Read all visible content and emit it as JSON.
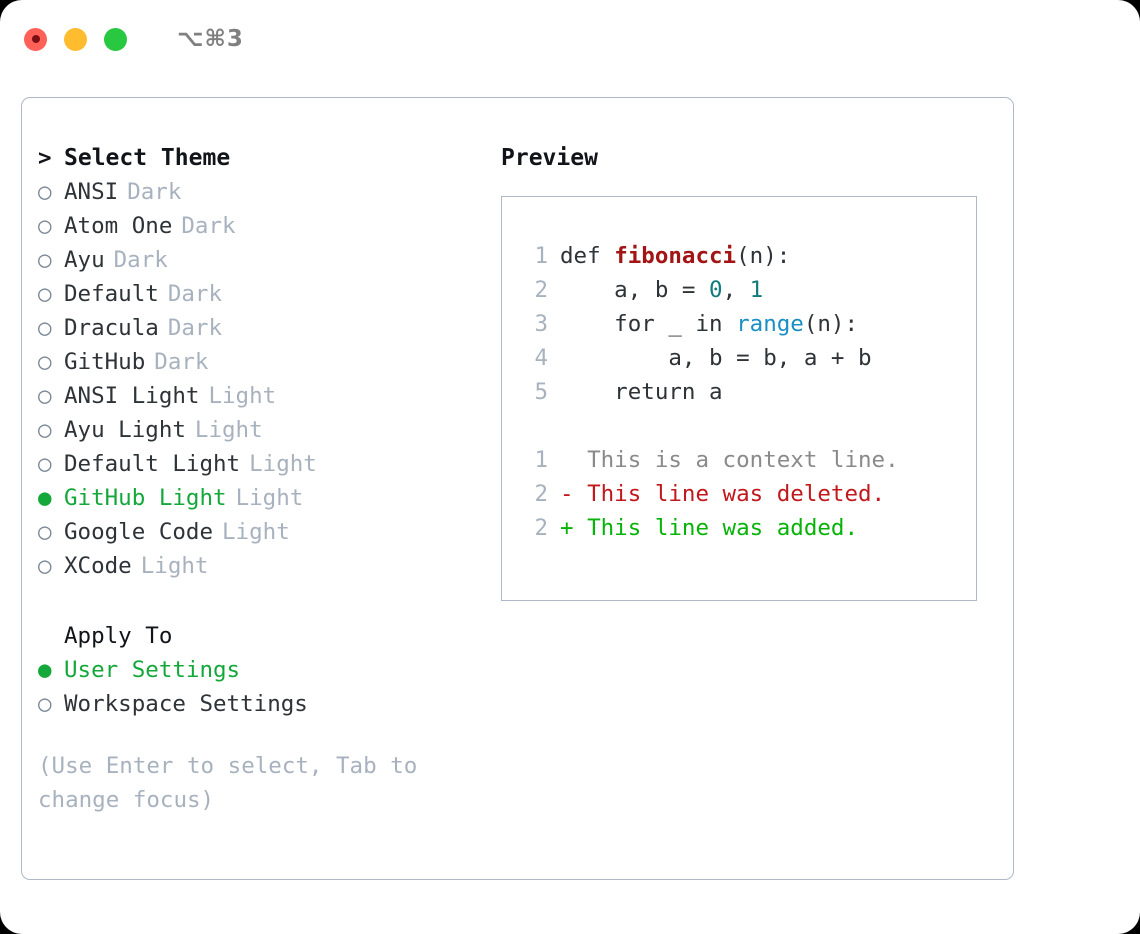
{
  "titlebar": {
    "shortcut": "⌥⌘3",
    "lights": [
      "close-red",
      "minimize-yellow",
      "maximize-green"
    ]
  },
  "theme_list": {
    "header_marker": ">",
    "header_label": "Select Theme",
    "unselected_marker": "○",
    "selected_marker": "●",
    "items": [
      {
        "marker": "○",
        "name": "ANSI",
        "suffix": "Dark",
        "selected": false
      },
      {
        "marker": "○",
        "name": "Atom One",
        "suffix": "Dark",
        "selected": false
      },
      {
        "marker": "○",
        "name": "Ayu",
        "suffix": "Dark",
        "selected": false
      },
      {
        "marker": "○",
        "name": "Default",
        "suffix": "Dark",
        "selected": false
      },
      {
        "marker": "○",
        "name": "Dracula",
        "suffix": "Dark",
        "selected": false
      },
      {
        "marker": "○",
        "name": "GitHub",
        "suffix": "Dark",
        "selected": false
      },
      {
        "marker": "○",
        "name": "ANSI Light",
        "suffix": "Light",
        "selected": false
      },
      {
        "marker": "○",
        "name": "Ayu Light",
        "suffix": "Light",
        "selected": false
      },
      {
        "marker": "○",
        "name": "Default Light",
        "suffix": "Light",
        "selected": false
      },
      {
        "marker": "●",
        "name": "GitHub Light",
        "suffix": "Light",
        "selected": true
      },
      {
        "marker": "○",
        "name": "Google Code",
        "suffix": "Light",
        "selected": false
      },
      {
        "marker": "○",
        "name": "XCode",
        "suffix": "Light",
        "selected": false
      }
    ]
  },
  "apply_to": {
    "header_label": "Apply To",
    "options": [
      {
        "marker": "●",
        "label": "User Settings",
        "selected": true
      },
      {
        "marker": "○",
        "label": "Workspace Settings",
        "selected": false
      }
    ]
  },
  "hint": {
    "text": "(Use Enter to select, Tab to change focus)"
  },
  "preview": {
    "title": "Preview",
    "code_lines": [
      {
        "no": "1",
        "parts": [
          {
            "t": "def ",
            "c": "plain"
          },
          {
            "t": "fibonacci",
            "c": "fn"
          },
          {
            "t": "(n):",
            "c": "plain"
          }
        ]
      },
      {
        "no": "2",
        "parts": [
          {
            "t": "    a, b = ",
            "c": "plain"
          },
          {
            "t": "0",
            "c": "num"
          },
          {
            "t": ", ",
            "c": "plain"
          },
          {
            "t": "1",
            "c": "num"
          }
        ]
      },
      {
        "no": "3",
        "parts": [
          {
            "t": "    for _ in ",
            "c": "plain"
          },
          {
            "t": "range",
            "c": "call"
          },
          {
            "t": "(n):",
            "c": "plain"
          }
        ]
      },
      {
        "no": "4",
        "parts": [
          {
            "t": "        a, b = b, a + b",
            "c": "plain"
          }
        ]
      },
      {
        "no": "5",
        "parts": [
          {
            "t": "    return a",
            "c": "plain"
          }
        ]
      }
    ],
    "diff_lines": [
      {
        "no": "1",
        "sign": " ",
        "text": "This is a context line.",
        "kind": "ctx"
      },
      {
        "no": "2",
        "sign": "-",
        "text": "This line was deleted.",
        "kind": "del"
      },
      {
        "no": "2",
        "sign": "+",
        "text": "This line was added.",
        "kind": "add"
      }
    ]
  },
  "colors": {
    "accent_green": "#14a83a",
    "diff_add": "#07b307",
    "diff_delete": "#c0181c",
    "muted": "#a8b2bf",
    "function": "#a31515",
    "number": "#0f7b7b",
    "builtin": "#1a8fc4",
    "border": "#aeb8c6"
  }
}
